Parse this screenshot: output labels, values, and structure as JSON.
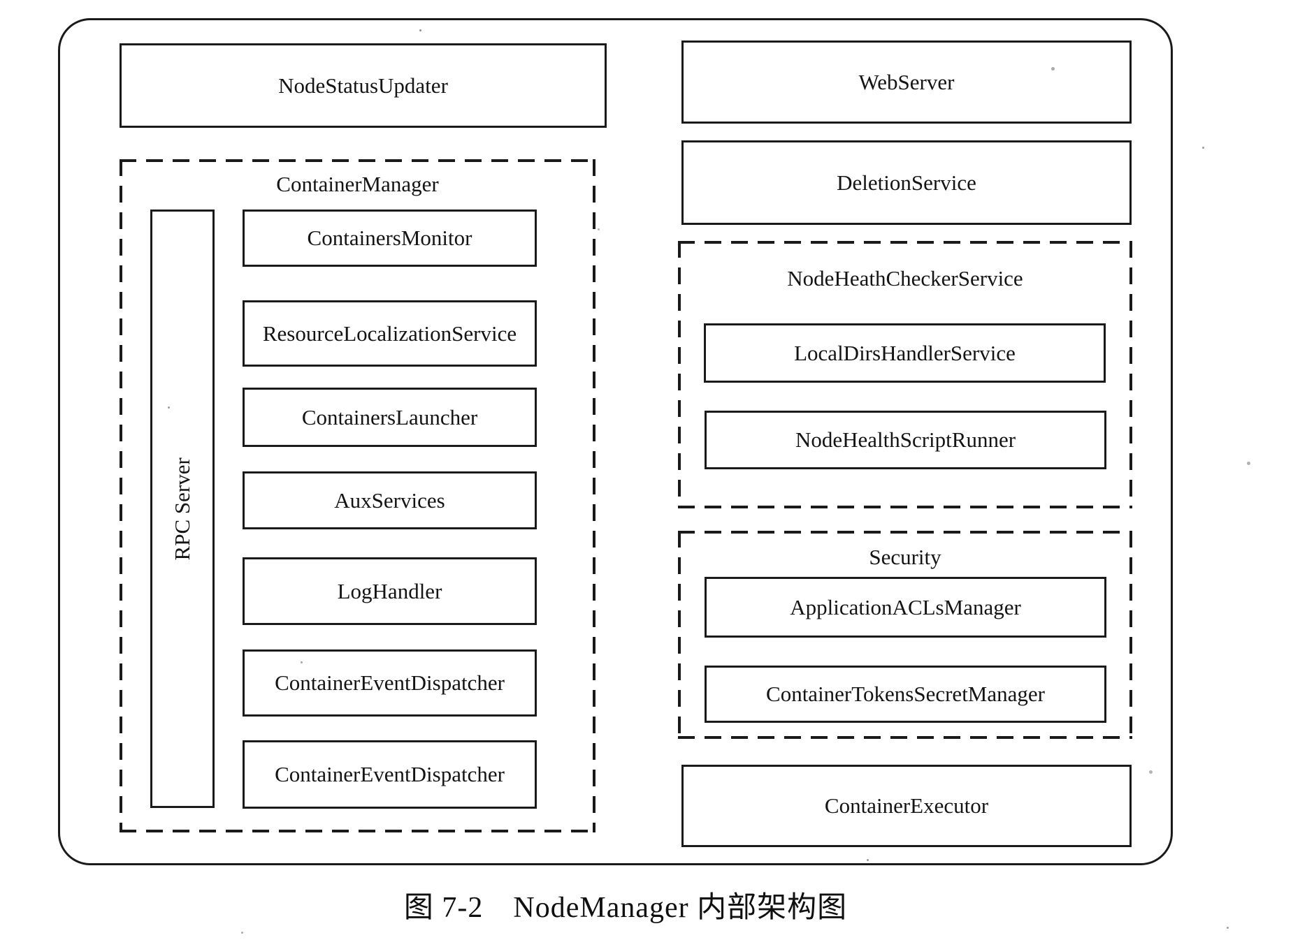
{
  "page": {
    "caption": "图 7-2　NodeManager 内部架构图",
    "colors": {
      "ink": "#1a1a1a",
      "paper": "#ffffff"
    }
  },
  "diagram": {
    "left": {
      "node_status_updater": {
        "label": "NodeStatusUpdater"
      },
      "container_manager": {
        "label": "ContainerManager",
        "rpc_server": {
          "label": "RPC Server"
        },
        "services": [
          {
            "label": "ContainersMonitor"
          },
          {
            "label": "ResourceLocalizationService"
          },
          {
            "label": "ContainersLauncher"
          },
          {
            "label": "AuxServices"
          },
          {
            "label": "LogHandler"
          },
          {
            "label": "ContainerEventDispatcher"
          },
          {
            "label": "ContainerEventDispatcher"
          }
        ]
      }
    },
    "right": {
      "web_server": {
        "label": "WebServer"
      },
      "deletion_service": {
        "label": "DeletionService"
      },
      "node_health_checker_service": {
        "label": "NodeHeathCheckerService",
        "services": [
          {
            "label": "LocalDirsHandlerService"
          },
          {
            "label": "NodeHealthScriptRunner"
          }
        ]
      },
      "security": {
        "label": "Security",
        "services": [
          {
            "label": "ApplicationACLsManager"
          },
          {
            "label": "ContainerTokensSecretManager"
          }
        ]
      },
      "container_executor": {
        "label": "ContainerExecutor"
      }
    }
  }
}
